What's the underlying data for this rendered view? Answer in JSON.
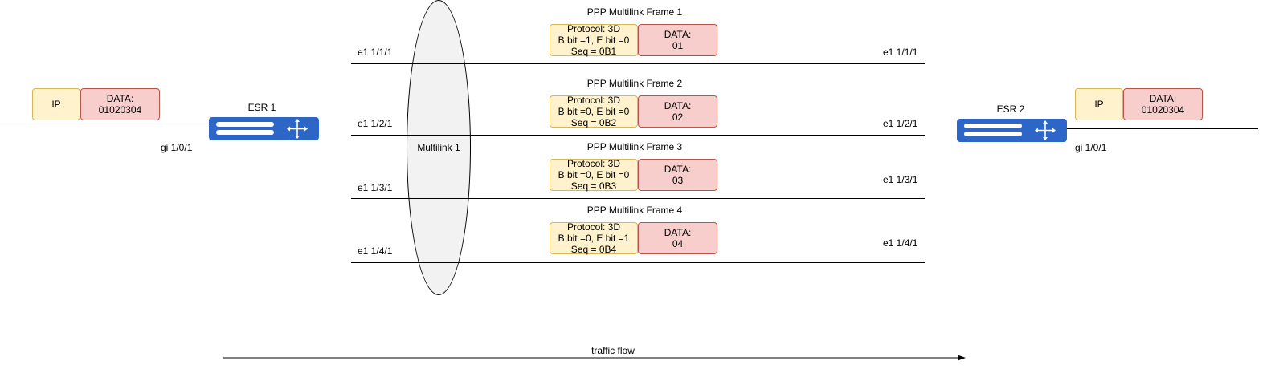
{
  "esr1": {
    "name": "ESR 1",
    "port": "gi 1/0/1",
    "packet": {
      "header": "IP",
      "payload": "DATA:\n01020304"
    }
  },
  "esr2": {
    "name": "ESR 2",
    "port": "gi 1/0/1",
    "packet": {
      "header": "IP",
      "payload": "DATA:\n01020304"
    }
  },
  "bundle": {
    "label": "Multilink 1"
  },
  "links": [
    {
      "left_port": "e1 1/1/1",
      "right_port": "e1 1/1/1",
      "frame_title": "PPP Multilink Frame 1",
      "header": "Protocol: 3D\nB bit =1, E bit =0\nSeq = 0B1",
      "payload": "DATA:\n01"
    },
    {
      "left_port": "e1 1/2/1",
      "right_port": "e1 1/2/1",
      "frame_title": "PPP Multilink Frame 2",
      "header": "Protocol: 3D\nB bit =0, E bit =0\nSeq = 0B2",
      "payload": "DATA:\n02"
    },
    {
      "left_port": "e1 1/3/1",
      "right_port": "e1 1/3/1",
      "frame_title": "PPP Multilink Frame 3",
      "header": "Protocol: 3D\nB bit =0, E bit =0\nSeq = 0B3",
      "payload": "DATA:\n03"
    },
    {
      "left_port": "e1 1/4/1",
      "right_port": "e1 1/4/1",
      "frame_title": "PPP Multilink Frame 4",
      "header": "Protocol: 3D\nB bit =0, E bit =1\nSeq = 0B4",
      "payload": "DATA:\n04"
    }
  ],
  "flow": {
    "label": "traffic flow"
  },
  "colors": {
    "router": "#2e66c8",
    "header_fill": "#fff2cc",
    "header_border": "#d6b656",
    "data_fill": "#f8cecc",
    "data_border": "#b85450",
    "bundle_fill": "#f2f2f2"
  }
}
